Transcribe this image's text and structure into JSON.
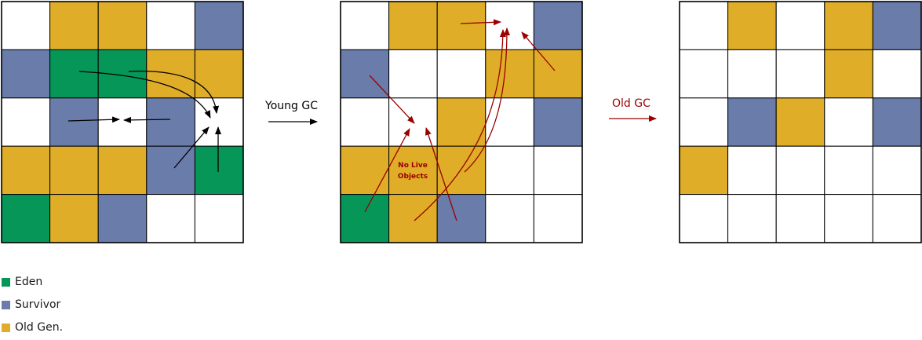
{
  "colors": {
    "eden": "#069658",
    "survivor": "#6a7caa",
    "old": "#dfad28",
    "free": "#ffffff",
    "arrow_young": "#000000",
    "arrow_old": "#990000"
  },
  "legend": [
    {
      "key": "eden",
      "label": "Eden"
    },
    {
      "key": "survivor",
      "label": "Survivor"
    },
    {
      "key": "old",
      "label": "Old Gen."
    }
  ],
  "steps": {
    "young_gc": "Young GC",
    "old_gc": "Old GC"
  },
  "note": {
    "line1": "No Live",
    "line2": "Objects"
  },
  "grids": [
    {
      "name": "heap-before-gc",
      "cells": [
        [
          "free",
          "old",
          "old",
          "free",
          "survivor"
        ],
        [
          "survivor",
          "eden",
          "eden",
          "old",
          "old"
        ],
        [
          "free",
          "survivor",
          "free",
          "survivor",
          "free"
        ],
        [
          "old",
          "old",
          "old",
          "survivor",
          "eden"
        ],
        [
          "eden",
          "old",
          "survivor",
          "free",
          "free"
        ]
      ]
    },
    {
      "name": "heap-after-young-gc",
      "cells": [
        [
          "free",
          "old",
          "old",
          "free",
          "survivor"
        ],
        [
          "survivor",
          "free",
          "free",
          "old",
          "old"
        ],
        [
          "free",
          "free",
          "old",
          "free",
          "survivor"
        ],
        [
          "old",
          "old",
          "old",
          "free",
          "free"
        ],
        [
          "eden",
          "old",
          "survivor",
          "free",
          "free"
        ]
      ]
    },
    {
      "name": "heap-after-old-gc",
      "cells": [
        [
          "free",
          "old",
          "free",
          "old",
          "survivor"
        ],
        [
          "free",
          "free",
          "free",
          "old",
          "free"
        ],
        [
          "free",
          "survivor",
          "old",
          "free",
          "survivor"
        ],
        [
          "old",
          "free",
          "free",
          "free",
          "free"
        ],
        [
          "free",
          "free",
          "free",
          "free",
          "free"
        ]
      ]
    }
  ]
}
